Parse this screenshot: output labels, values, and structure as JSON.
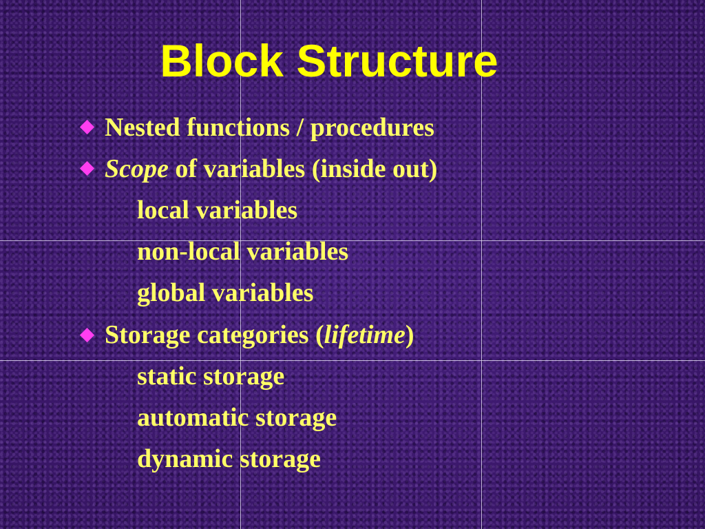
{
  "slide": {
    "title": "Block Structure",
    "bullets": [
      {
        "text": "Nested functions / procedures"
      },
      {
        "italic": "Scope",
        "rest": " of variables (inside out)"
      },
      {
        "pre": "Storage categories (",
        "italic": "lifetime",
        "post": ")"
      }
    ],
    "scope_items": [
      "local variables",
      "non-local variables",
      "global variables"
    ],
    "storage_items": [
      "static storage",
      "automatic storage",
      "dynamic storage"
    ]
  },
  "colors": {
    "background": "#3f1a72",
    "title": "#ffff00",
    "body_text": "#ffff66",
    "bullet": "#ff3ef0",
    "grid_lines": "#e1d7f5"
  },
  "icons": {
    "bullet": "diamond-bullet-icon"
  }
}
